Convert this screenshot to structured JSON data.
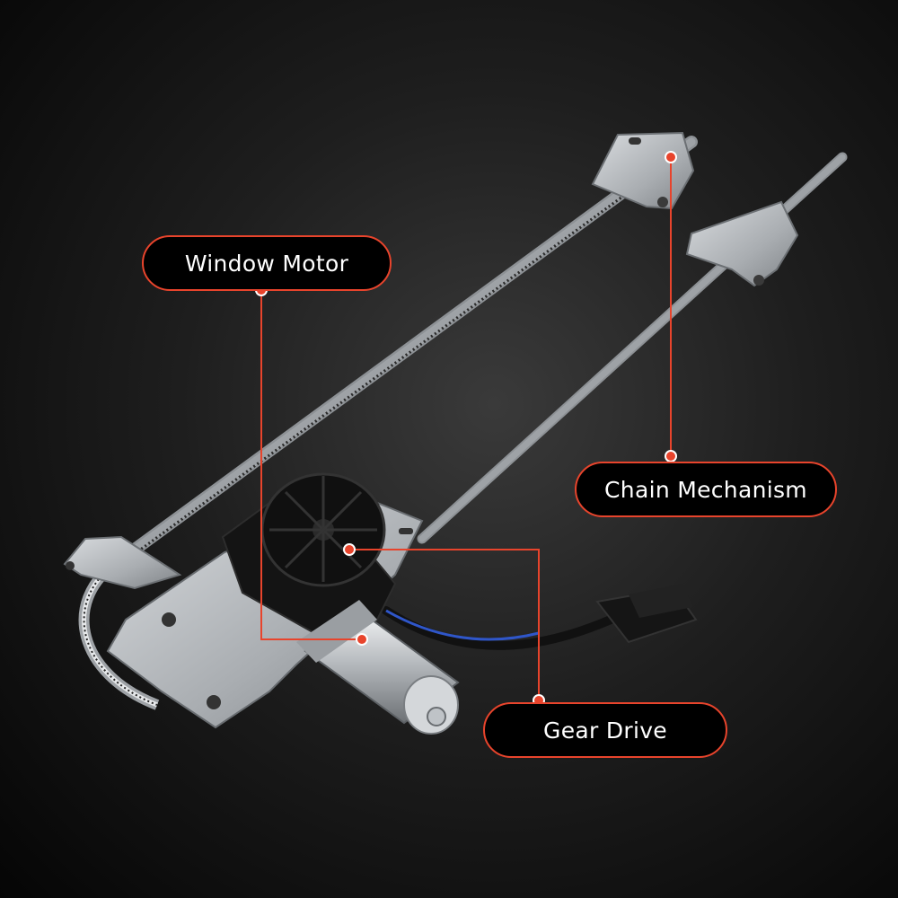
{
  "callouts": {
    "window_motor": "Window Motor",
    "chain_mechanism": "Chain Mechanism",
    "gear_drive": "Gear Drive"
  },
  "colors": {
    "accent": "#e8442c",
    "background": "#1e1e1e",
    "metal": "#c9ccd0"
  }
}
